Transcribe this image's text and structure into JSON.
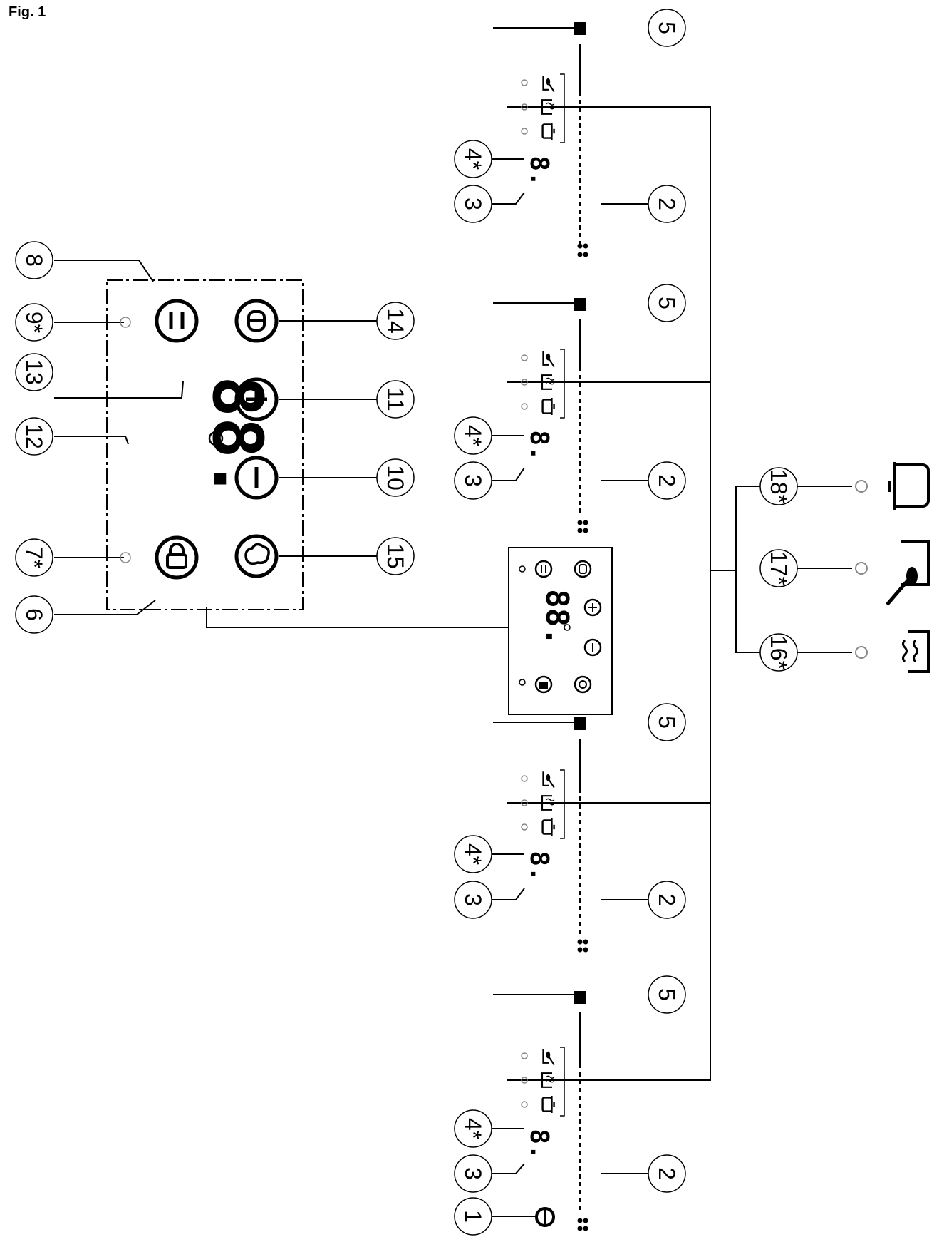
{
  "figure": {
    "title": "Fig. 1"
  },
  "callouts": {
    "c1": "1",
    "c2": "2",
    "c3": "3",
    "c4": "4*",
    "c5": "5",
    "c6": "6",
    "c7": "7*",
    "c8": "8",
    "c9": "9*",
    "c10": "10",
    "c11": "11",
    "c12": "12",
    "c13": "13",
    "c14": "14",
    "c15": "15",
    "c16": "16*",
    "c17": "17*",
    "c18": "18*"
  },
  "displays": {
    "zone_digit": "8.",
    "timer_digits": "88."
  },
  "icons": {
    "power": "power-icon",
    "pause": "pause-icon",
    "lock": "lock-icon",
    "minus": "minus-icon",
    "plus": "plus-icon",
    "timer": "timer-icon",
    "memory": "memory-icon",
    "booster": "booster-icon",
    "keep_warm": "keep-warm-icon",
    "simmer": "simmer-icon",
    "pot": "pot-icon",
    "indicator": "indicator-light-icon",
    "bridge": "bridge-icon",
    "slider": "slider-icon"
  },
  "colors": {
    "ink": "#000000",
    "paper": "#ffffff"
  }
}
